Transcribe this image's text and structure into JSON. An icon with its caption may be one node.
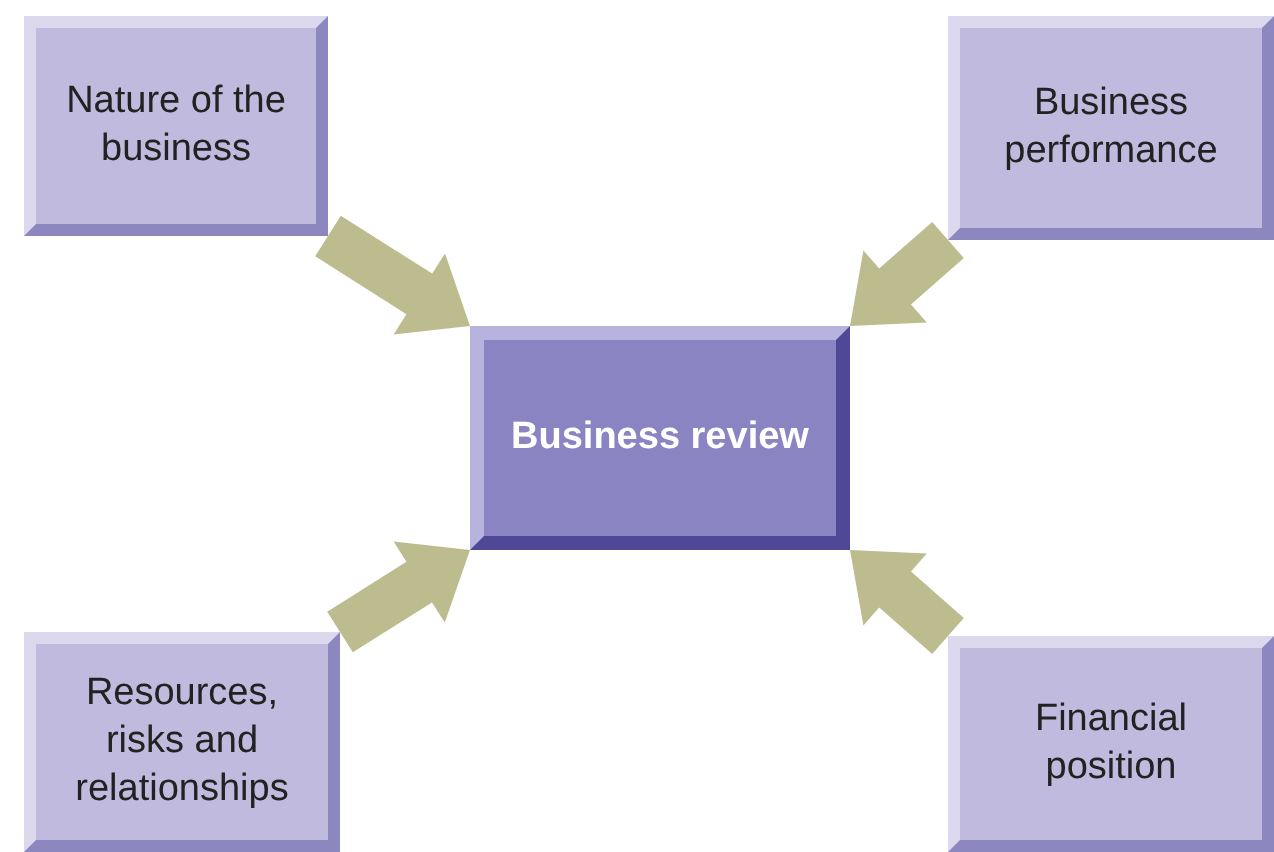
{
  "diagram": {
    "nodes": [
      {
        "text": [
          "Nature of the business"
        ]
      },
      {
        "text": [
          "Business performance"
        ]
      },
      {
        "text": [
          "Business review"
        ]
      },
      {
        "text": [
          "Resources, risks and relationships"
        ]
      },
      {
        "text": [
          "Financial position"
        ]
      }
    ],
    "edges": [
      {
        "from": 0,
        "to": 2,
        "arrow": "to",
        "style": "thick"
      },
      {
        "from": 1,
        "to": 2,
        "arrow": "to",
        "style": "thick"
      },
      {
        "from": 3,
        "to": 2,
        "arrow": "to",
        "style": "thick"
      },
      {
        "from": 4,
        "to": 2,
        "arrow": "to",
        "style": "thick"
      }
    ]
  }
}
